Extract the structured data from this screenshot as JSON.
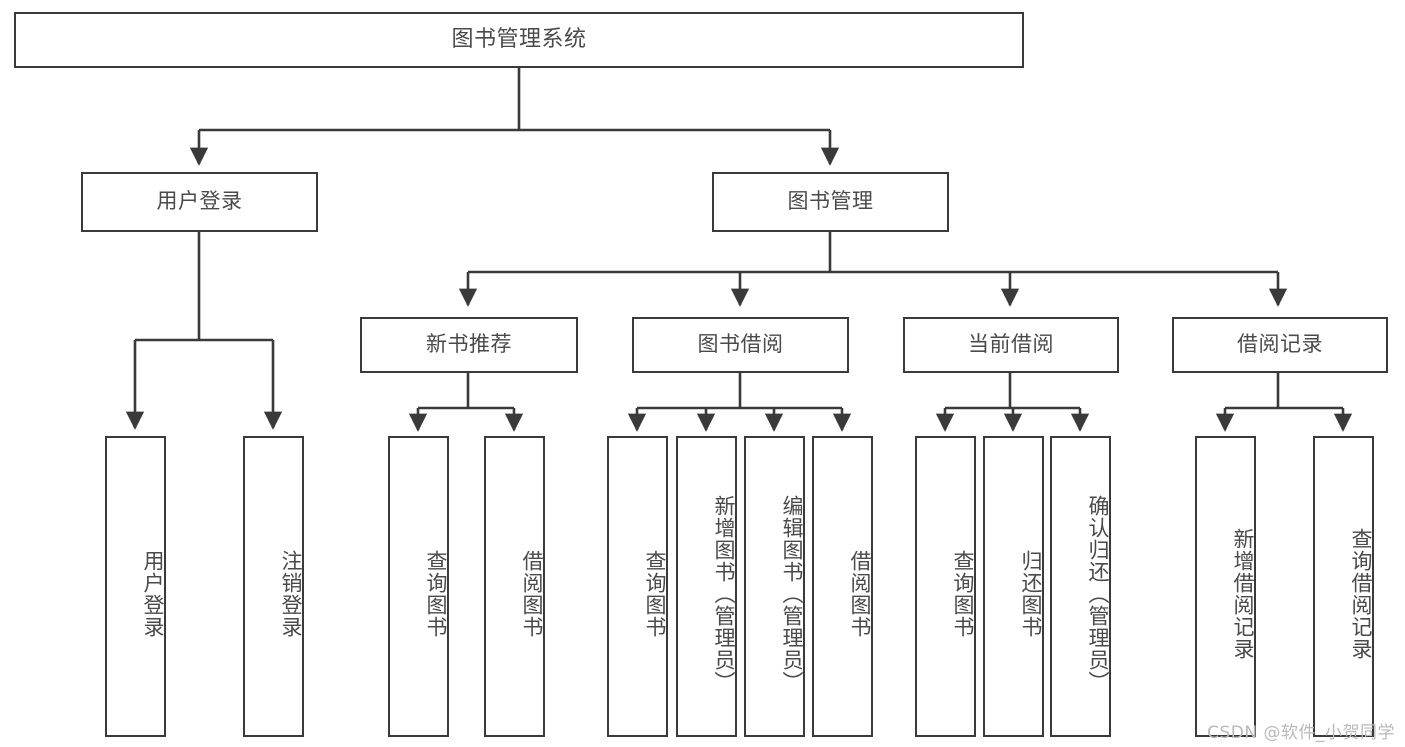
{
  "diagram": {
    "title": "图书管理系统",
    "type": "hierarchy-tree",
    "root": {
      "label": "图书管理系统"
    },
    "level1": [
      {
        "label": "用户登录"
      },
      {
        "label": "图书管理"
      }
    ],
    "level2": [
      {
        "label": "新书推荐"
      },
      {
        "label": "图书借阅"
      },
      {
        "label": "当前借阅"
      },
      {
        "label": "借阅记录"
      }
    ],
    "leaves": {
      "user_login": [
        {
          "label": "用户登录"
        },
        {
          "label": "注销登录"
        }
      ],
      "new_book_recommend": [
        {
          "label": "查询图书"
        },
        {
          "label": "借阅图书"
        }
      ],
      "book_borrow": [
        {
          "label": "查询图书"
        },
        {
          "label": "新增图书（管理员）"
        },
        {
          "label": "编辑图书（管理员）"
        },
        {
          "label": "借阅图书"
        }
      ],
      "current_borrow": [
        {
          "label": "查询图书"
        },
        {
          "label": "归还图书"
        },
        {
          "label": "确认归还（管理员）"
        }
      ],
      "borrow_record": [
        {
          "label": "新增借阅记录"
        },
        {
          "label": "查询借阅记录"
        }
      ]
    }
  },
  "watermark": {
    "text": "CSDN @软件_小贺同学"
  },
  "colors": {
    "stroke": "#3a3a3a",
    "text": "#4a4a4a",
    "background": "#ffffff",
    "watermark": "#b9b9b9"
  }
}
